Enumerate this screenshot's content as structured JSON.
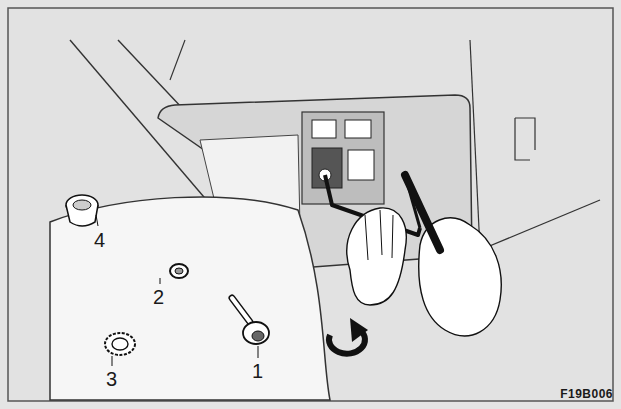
{
  "diagram": {
    "labels": [
      "4",
      "2",
      "1",
      "3",
      "F19B006"
    ]
  }
}
